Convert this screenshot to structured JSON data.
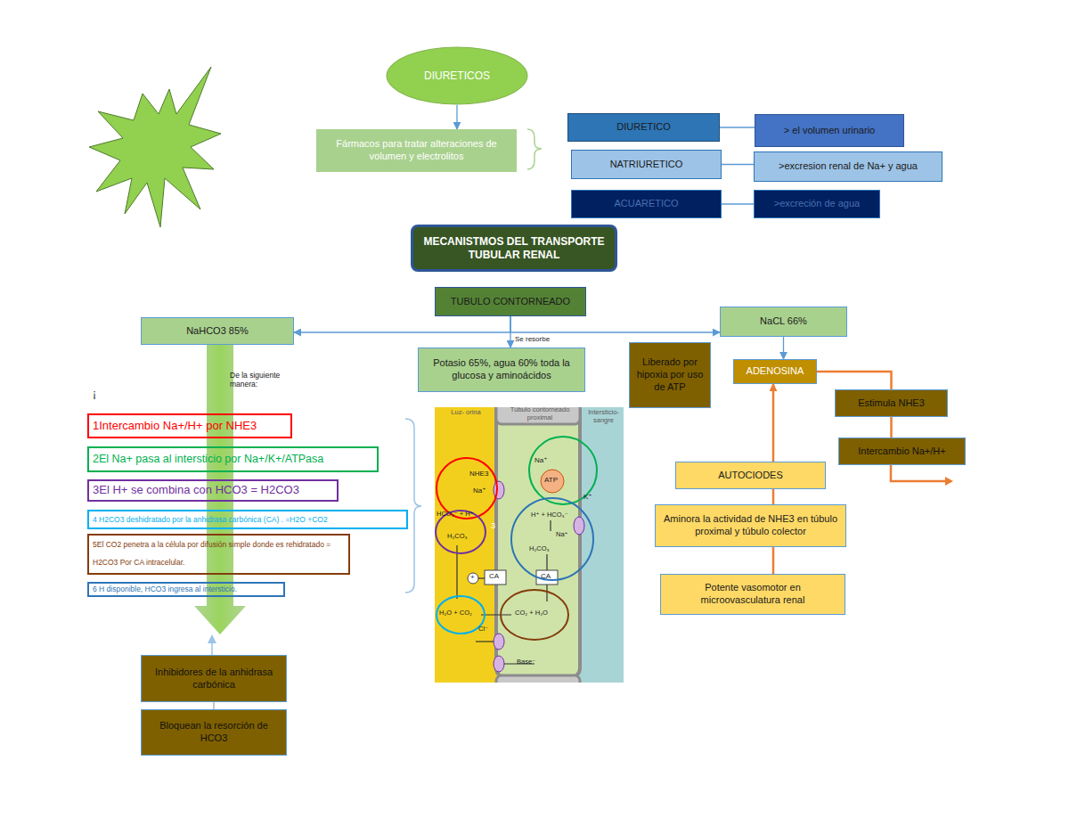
{
  "diagram": {
    "nodes": [
      {
        "text": [
          "DIURETICOS"
        ]
      },
      {
        "text": [
          "Fármacos para tratar alteraciones de volumen y electrolitos"
        ]
      },
      {
        "text": [
          "DIURETICO"
        ]
      },
      {
        "text": [
          "> el volumen urinario"
        ]
      },
      {
        "text": [
          "NATRIURETICO"
        ]
      },
      {
        "text": [
          ">excresion renal de Na+ y agua"
        ]
      },
      {
        "text": [
          "ACUARETICO"
        ]
      },
      {
        "text": [
          ">excreción de agua"
        ]
      },
      {
        "text": [
          "MECANISTMOS DEL TRANSPORTE TUBULAR RENAL"
        ]
      },
      {
        "text": [
          "TUBULO CONTORNEADO"
        ]
      },
      {
        "text": [
          "NaHCO3 85%"
        ]
      },
      {
        "text": [
          "NaCL 66%"
        ]
      },
      {
        "text": [
          "Potasio 65%, agua 60% toda la glucosa y aminoácidos"
        ]
      },
      {
        "text": [
          "Liberado por hipoxia por uso de ATP"
        ]
      },
      {
        "text": [
          "ADENOSINA"
        ]
      },
      {
        "text": [
          "Estimula NHE3"
        ]
      },
      {
        "text": [
          "Intercambio Na+/H+"
        ]
      },
      {
        "text": [
          "1Intercambio Na+/H+ por NHE3"
        ]
      },
      {
        "text": [
          "2El Na+ pasa al intersticio por Na+/K+/ATPasa"
        ]
      },
      {
        "text": [
          "3El H+ se combina con HCO3 = H2CO3"
        ]
      },
      {
        "text": [
          "4 H2CO3 deshidratado por la anhidrasa carbónica (CA) . =H2O +CO2"
        ]
      },
      {
        "text": [
          "5El CO2 penetra a la célula por difusión simple donde es rehidratado = H2CO3 Por CA intracelular."
        ]
      },
      {
        "text": [
          "6 H disponible, HCO3 ingresa al intersticio."
        ]
      },
      {
        "text": [
          "AUTOCIODES"
        ]
      },
      {
        "text": [
          "Aminora la actividad de NHE3 en túbulo proximal y túbulo colector"
        ]
      },
      {
        "text": [
          "Potente vasomotor en microovasculatura renal"
        ]
      },
      {
        "text": [
          "Inhibidores de la anhidrasa carbónica"
        ]
      },
      {
        "text": [
          "Bloquean la resorción de HCO3"
        ]
      }
    ],
    "edges": [
      {
        "from": 0,
        "to": 1,
        "arrow": "to"
      },
      {
        "from": 2,
        "to": 3,
        "arrow": "none"
      },
      {
        "from": 4,
        "to": 5,
        "arrow": "none"
      },
      {
        "from": 6,
        "to": 7,
        "arrow": "none"
      },
      {
        "from": 9,
        "to": 10,
        "arrow": "to"
      },
      {
        "from": 9,
        "to": 11,
        "arrow": "to"
      },
      {
        "from": 9,
        "to": 12,
        "label": "Se resorbe",
        "arrow": "to"
      },
      {
        "from": 11,
        "to": 14,
        "arrow": "to"
      },
      {
        "from": 14,
        "to": 15,
        "arrow": "none"
      },
      {
        "from": 15,
        "to": 16,
        "arrow": "none"
      },
      {
        "from": 23,
        "to": 14,
        "arrow": "to"
      },
      {
        "from": 24,
        "to": 23,
        "arrow": "none"
      },
      {
        "from": 25,
        "to": 24,
        "arrow": "none"
      },
      {
        "from": 26,
        "to": 27,
        "arrow": "none"
      }
    ],
    "labels": [
      "De la siguiente manera:",
      "¡",
      "Luz- orina",
      "Túbulo contorneado proximal",
      "Intersticio- sangre",
      "NHE3",
      "Na⁺",
      "ATP",
      "Na⁺",
      "K⁺",
      "HCO₃⁻ + H⁺",
      "H₂CO₃",
      "H⁺ + HCO₃⁻",
      "Na⁺",
      "H₂CO₃",
      "CA",
      "CA",
      "+",
      "H₂O + CO₂",
      "CO₂ + H₂O",
      "Cl⁻",
      "Base⁻",
      "3"
    ]
  }
}
